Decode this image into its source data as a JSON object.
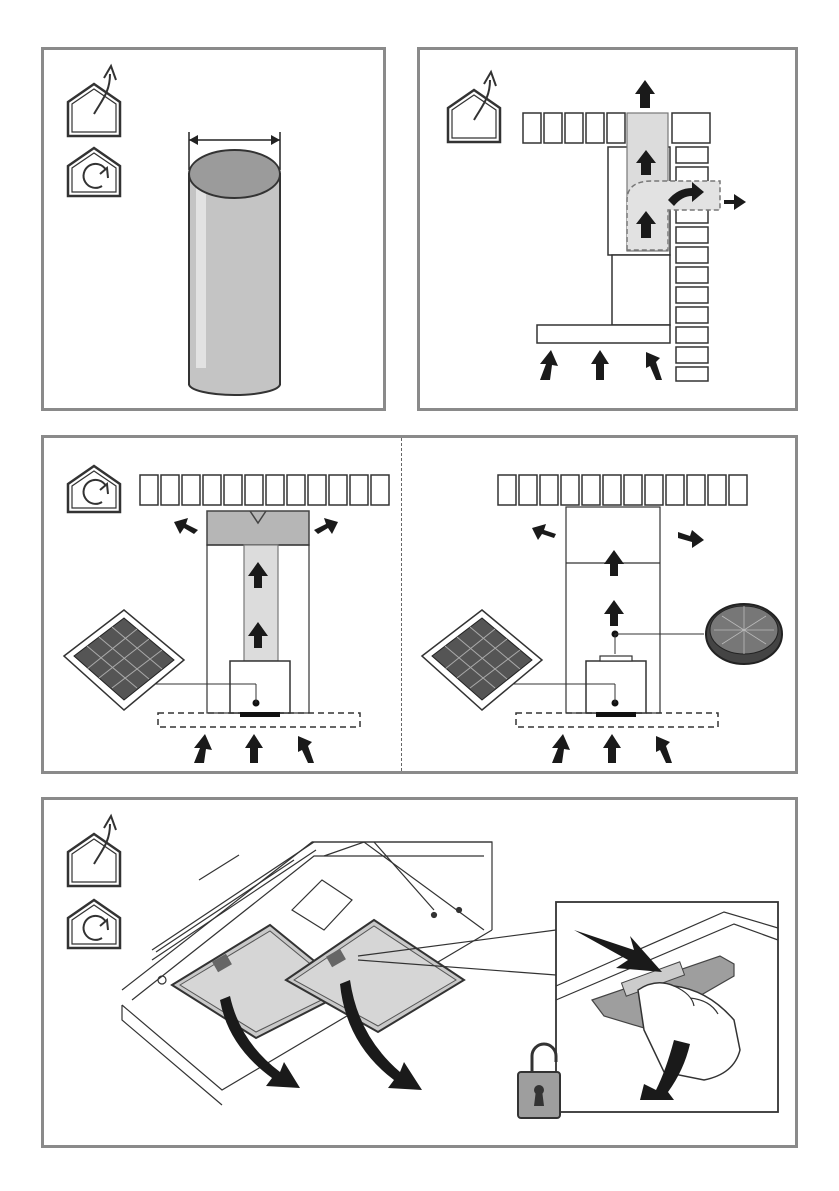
{
  "colors": {
    "panel_border": "#8a8a8a",
    "duct_gray": "#b9b9b9",
    "filter_dark": "#555555",
    "arrow": "#1a1a1a",
    "dashed": "#777777"
  },
  "panels": [
    {
      "name": "panel-duct-pipe",
      "icons": [
        "extraction-mode-icon",
        "recirculation-mode-icon"
      ]
    },
    {
      "name": "panel-extraction-installation",
      "icons": [
        "extraction-mode-icon"
      ]
    },
    {
      "name": "panel-recirculation-installation",
      "icons": [
        "recirculation-mode-icon"
      ]
    },
    {
      "name": "panel-grease-filter-removal",
      "icons": [
        "extraction-mode-icon",
        "recirculation-mode-icon",
        "unlock-padlock-icon"
      ]
    }
  ]
}
